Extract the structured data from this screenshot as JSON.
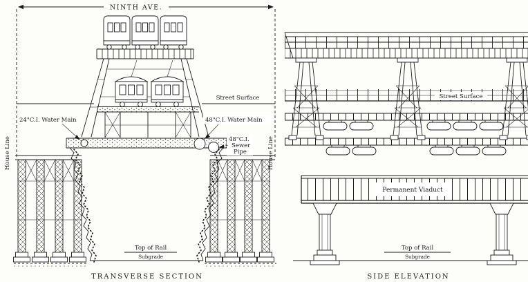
{
  "colors": {
    "paper": "#fdfdfa",
    "ink": "#1c1c1c"
  },
  "transverse_section": {
    "caption": "TRANSVERSE SECTION",
    "street_name": "NINTH AVE.",
    "street_surface_label": "Street Surface",
    "water_main_24_label": "24\"C.I. Water Main",
    "water_main_48_label": "48\"C.I. Water Main",
    "sewer_pipe_label_line1": "48\"C.I.",
    "sewer_pipe_label_line2": "Sewer",
    "sewer_pipe_label_line3": "Pipe",
    "house_line_left_label": "House Line",
    "house_line_right_label": "House Line",
    "top_of_rail_label": "Top of Rail",
    "subgrade_label": "Subgrade"
  },
  "side_elevation": {
    "caption": "SIDE ELEVATION",
    "street_surface_label": "Street Surface",
    "permanent_viaduct_label": "Permanent Viaduct",
    "top_of_rail_label": "Top of Rail",
    "subgrade_label": "Subgrade"
  }
}
